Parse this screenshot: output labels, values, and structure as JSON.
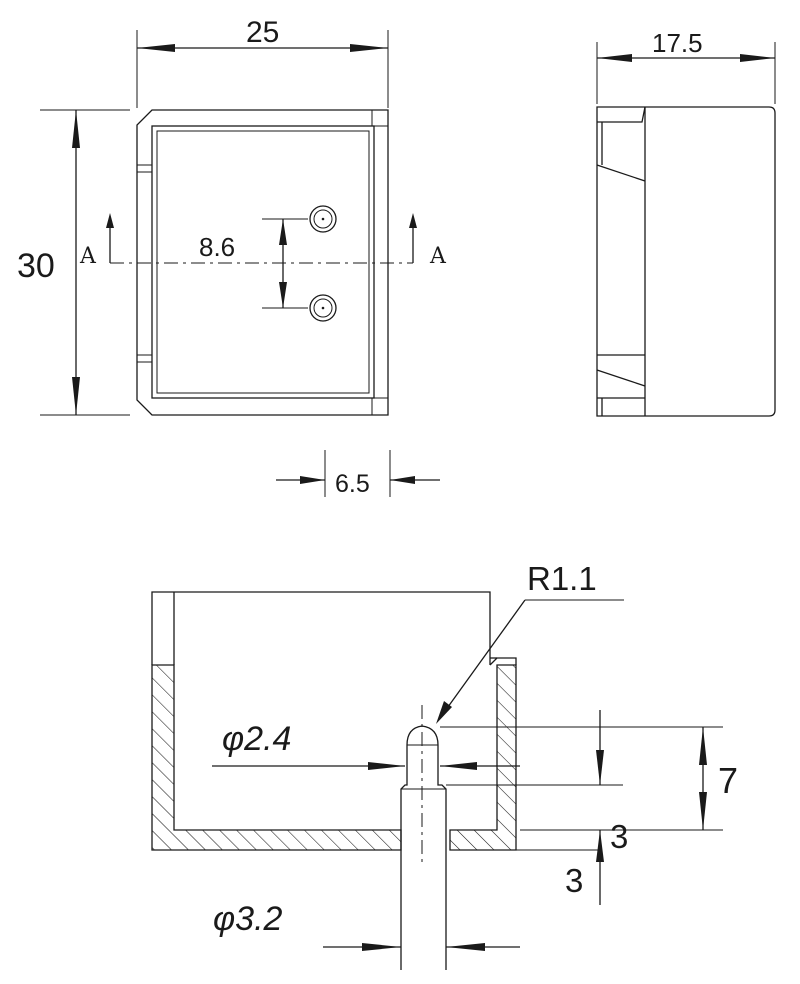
{
  "dimensions": {
    "width_top": "25",
    "height_left": "30",
    "depth_side": "17.5",
    "hole_pitch": "8.6",
    "offset_bottom": "6.5",
    "radius": "R1.1",
    "pin_diameter": "φ2.4",
    "base_diameter": "φ3.2",
    "pin_height": "7",
    "step_height": "3",
    "floor_thickness": "3"
  },
  "section": {
    "left_label": "A",
    "right_label": "A"
  },
  "colors": {
    "line": "#1a1a1a",
    "background": "#ffffff"
  }
}
